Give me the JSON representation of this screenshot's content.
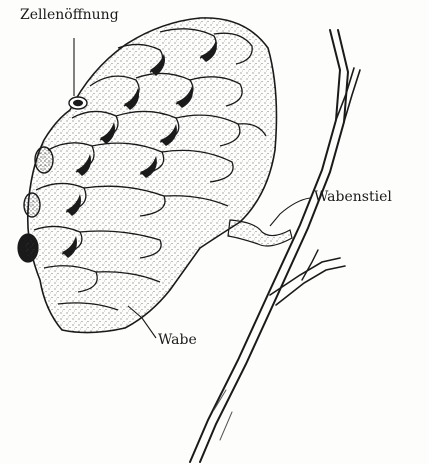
{
  "labels": {
    "zellenoeffnung": "Zellenöffnung",
    "wabenstiel": "Wabenstiel",
    "wabe": "Wabe"
  },
  "colors": {
    "ink": "#1a1a1a",
    "paper": "#fdfdfb",
    "shade": "#8a8a8a"
  }
}
